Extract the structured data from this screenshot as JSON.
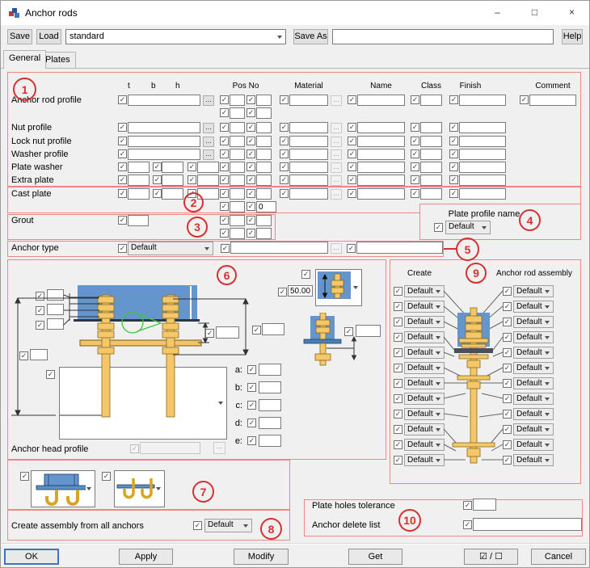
{
  "window": {
    "title": "Anchor rods",
    "minimize": "–",
    "maximize": "□",
    "close": "×"
  },
  "toolbar": {
    "save": "Save",
    "load": "Load",
    "preset_value": "standard",
    "save_as": "Save As",
    "save_as_value": "",
    "help": "Help"
  },
  "tabs": {
    "general": "General",
    "plates": "Plates"
  },
  "annotations": [
    "1",
    "2",
    "3",
    "4",
    "5",
    "6",
    "7",
    "8",
    "9",
    "10"
  ],
  "table": {
    "headers": {
      "t": "t",
      "b": "b",
      "h": "h",
      "pos_no": "Pos No",
      "material": "Material",
      "name": "Name",
      "class": "Class",
      "finish": "Finish",
      "comment": "Comment"
    },
    "row_labels": {
      "anchor_rod_profile": "Anchor rod profile",
      "nut_profile": "Nut profile",
      "lock_nut_profile": "Lock nut profile",
      "washer_profile": "Washer profile",
      "plate_washer": "Plate washer",
      "extra_plate": "Extra plate",
      "cast_plate": "Cast plate",
      "grout": "Grout",
      "anchor_type": "Anchor type"
    },
    "cast_plate_pos_no_2": "0",
    "anchor_type_value": "Default",
    "browse": "..."
  },
  "plate_profile": {
    "label": "Plate profile name",
    "value": "Default"
  },
  "diagram": {
    "top_offset": "50.00",
    "dim_labels": [
      "a:",
      "b:",
      "c:",
      "d:",
      "e:"
    ],
    "anchor_head_profile": "Anchor head profile"
  },
  "assembly": {
    "create_header": "Create",
    "assembly_header": "Anchor rod assembly",
    "create": [
      "Default",
      "Default",
      "Default",
      "Default",
      "Default",
      "Default",
      "Default",
      "Default",
      "Default",
      "Default",
      "Default",
      "Default"
    ],
    "rod": [
      "Default",
      "Default",
      "Default",
      "Default",
      "Default",
      "Default",
      "Default",
      "Default",
      "Default",
      "Default",
      "Default",
      "Default"
    ]
  },
  "bottom": {
    "create_assembly_label": "Create assembly from all anchors",
    "create_assembly_value": "Default",
    "plate_holes_tolerance": "Plate holes tolerance",
    "anchor_delete_list": "Anchor delete list"
  },
  "footer": {
    "ok": "OK",
    "apply": "Apply",
    "modify": "Modify",
    "get": "Get",
    "toggle": "☑ / ☐",
    "cancel": "Cancel"
  }
}
